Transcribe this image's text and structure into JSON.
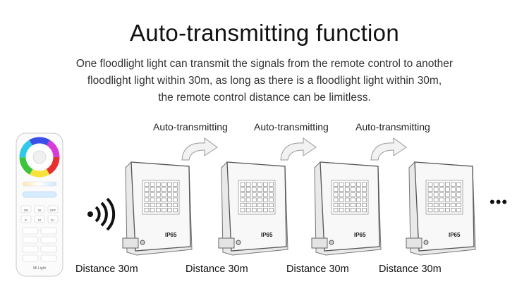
{
  "title": "Auto-transmitting function",
  "description": {
    "line1": "One floodlight light can transmit the signals from the remote control to another",
    "line2": "floodlight light within 30m, as long as there is a floodlight light within 30m,",
    "line3": "the remote control distance can be limitless."
  },
  "auto_labels": [
    "Auto-transmitting",
    "Auto-transmitting",
    "Auto-transmitting"
  ],
  "distance_labels": [
    "Distance 30m",
    "Distance 30m",
    "Distance 30m",
    "Distance 30m"
  ],
  "floodlight_rating": "IP65",
  "remote": {
    "brand": "Mi·Light",
    "buttons_row1": [
      "ON",
      "W",
      "OFF"
    ],
    "buttons_row2": [
      "S-",
      "M",
      "S+"
    ]
  },
  "more_indicator": "•••",
  "colors": {
    "text": "#1a1a1a",
    "arrow_stroke": "#9a9a9a",
    "light_body": "#f4f4f4"
  }
}
